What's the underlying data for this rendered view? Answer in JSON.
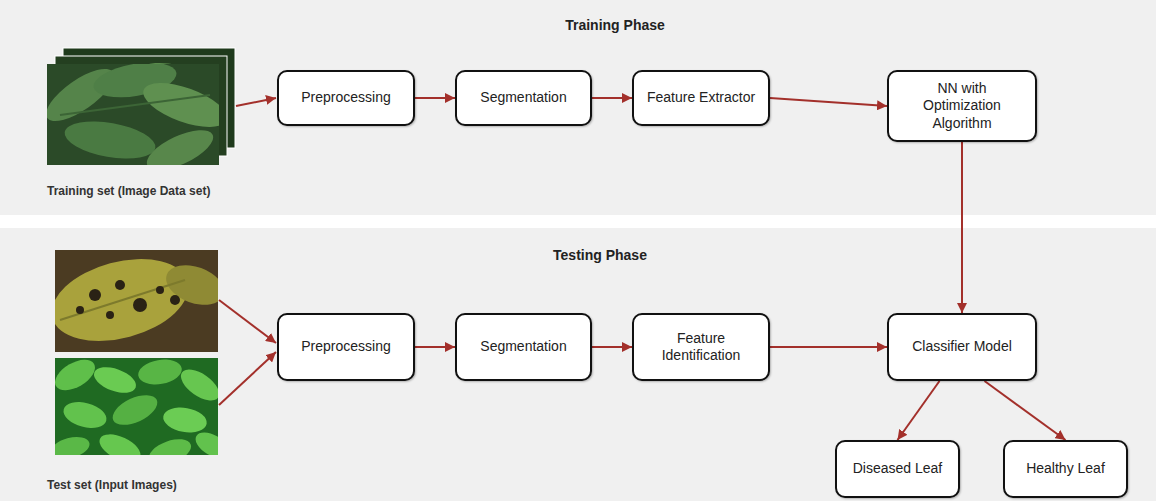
{
  "diagram": {
    "nodes": [
      {
        "text": [
          "Training Phase"
        ]
      },
      {
        "text": [
          "Preprocessing"
        ],
        "in": 0
      },
      {
        "text": [
          "Segmentation"
        ],
        "in": 0
      },
      {
        "text": [
          "Feature Extractor"
        ],
        "in": 0
      },
      {
        "text": [
          "NN with Optimization Algorithm"
        ],
        "in": 0
      },
      {
        "text": [
          "Testing Phase"
        ]
      },
      {
        "text": [
          "Preprocessing"
        ],
        "in": 5
      },
      {
        "text": [
          "Segmentation"
        ],
        "in": 5
      },
      {
        "text": [
          "Feature Identification"
        ],
        "in": 5
      },
      {
        "text": [
          "Classifier Model"
        ],
        "in": 5
      },
      {
        "text": [
          "Diseased Leaf"
        ],
        "in": 5
      },
      {
        "text": [
          "Healthy Leaf"
        ],
        "in": 5
      }
    ],
    "edges": [
      {
        "from": 1,
        "to": 2,
        "arrow": "to"
      },
      {
        "from": 2,
        "to": 3,
        "arrow": "to"
      },
      {
        "from": 3,
        "to": 4,
        "arrow": "to"
      },
      {
        "from": 4,
        "to": 9,
        "arrow": "to"
      },
      {
        "from": 6,
        "to": 7,
        "arrow": "to"
      },
      {
        "from": 7,
        "to": 8,
        "arrow": "to"
      },
      {
        "from": 8,
        "to": 9,
        "arrow": "to"
      },
      {
        "from": 9,
        "to": 10,
        "arrow": "to"
      },
      {
        "from": 9,
        "to": 11,
        "arrow": "to"
      }
    ],
    "labels": [
      "Training set (Image Data set)",
      "Test set (Input Images)"
    ]
  }
}
